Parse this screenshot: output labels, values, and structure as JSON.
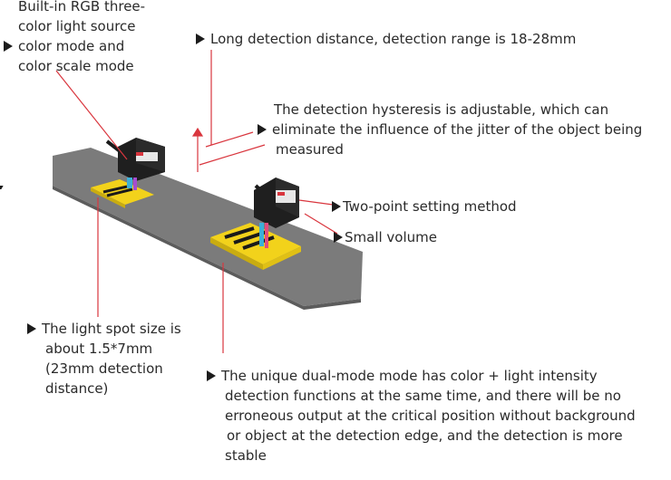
{
  "callouts": {
    "rgb_line1": "Built-in RGB three-",
    "rgb_line2": "color light source",
    "rgb_line3": "color mode and",
    "rgb_line4": "color scale mode",
    "distance": "Long detection distance, detection range is 18-28mm",
    "hysteresis_line1": "The detection hysteresis is adjustable, which can",
    "hysteresis_line2": "eliminate the influence of the jitter of the object being",
    "hysteresis_line3": "measured",
    "two_point": "Two-point setting method",
    "small_volume": "Small volume",
    "spot_line1": "The light spot size is",
    "spot_line2": "about 1.5*7mm",
    "spot_line3": "(23mm detection",
    "spot_line4": "distance)",
    "dual_line1": "The unique dual-mode mode has color + light intensity",
    "dual_line2": "detection functions at the same time, and there will be no",
    "dual_line3": "erroneous output at the critical position without background",
    "dual_line4": "or object at the detection edge, and the detection is more",
    "dual_line5": "stable"
  },
  "colors": {
    "leader": "#d9363e",
    "belt": "#7b7b7b",
    "target": "#f2d21b",
    "sensor": "#1f1f1f",
    "beam": "#3cb0d8"
  },
  "icons": [
    "triangle-bullet-icon",
    "sensor-device-icon",
    "arrow-up-icon"
  ]
}
